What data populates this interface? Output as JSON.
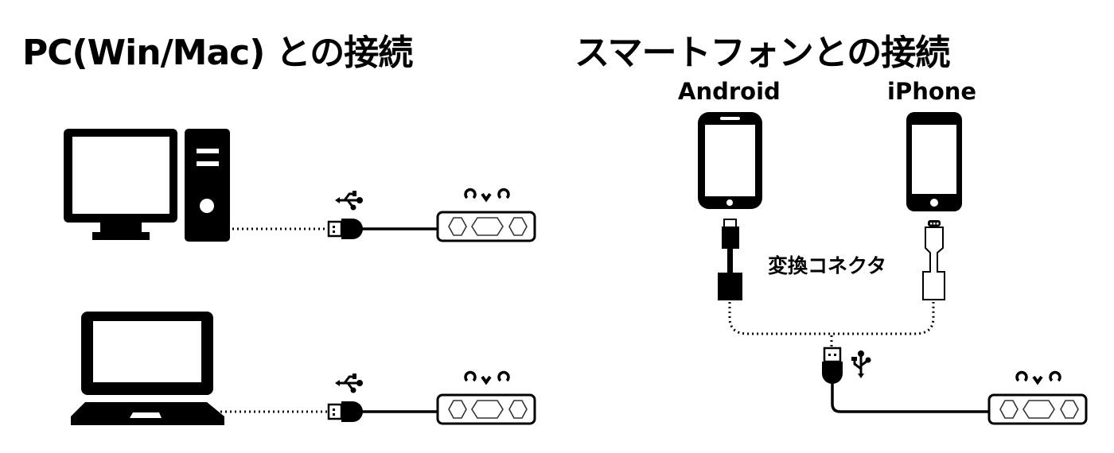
{
  "sections": {
    "pc": {
      "title": "PC(Win/Mac) との接続",
      "devices": [
        {
          "name": "desktop-pc",
          "icon": "desktop-computer-icon"
        },
        {
          "name": "laptop-pc",
          "icon": "laptop-icon"
        }
      ],
      "connection": "USB"
    },
    "smartphone": {
      "title": "スマートフォンとの接続",
      "devices": [
        {
          "label": "Android",
          "icon": "android-phone-icon",
          "adapter": "usb-otg-adapter-black"
        },
        {
          "label": "iPhone",
          "icon": "iphone-icon",
          "adapter": "lightning-adapter-white"
        }
      ],
      "adapter_label": "変換コネクタ",
      "connection": "USB"
    }
  },
  "colors": {
    "foreground": "#000000",
    "background": "#ffffff"
  }
}
